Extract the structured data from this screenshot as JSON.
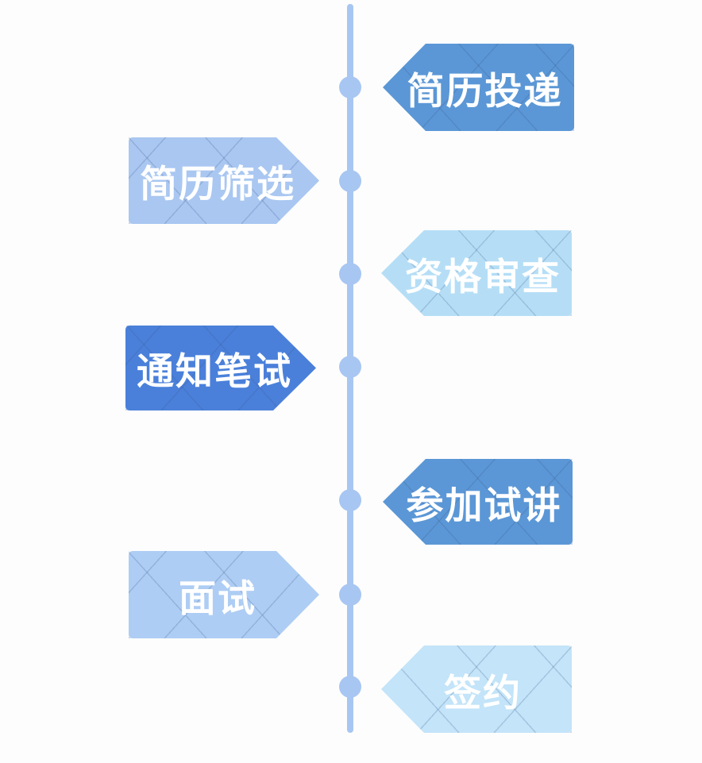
{
  "page": {
    "background": "#fdfdfd"
  },
  "diagram": {
    "type": "vertical-timeline-flow",
    "timeline_color": "#a8c6f2",
    "text_color": "#ffffff",
    "steps": [
      {
        "label": "简历投递",
        "side": "right",
        "color": "#5b97d6"
      },
      {
        "label": "简历筛选",
        "side": "left",
        "color": "#a9c7f1"
      },
      {
        "label": "资格审查",
        "side": "right",
        "color": "#b5def6"
      },
      {
        "label": "通知笔试",
        "side": "left",
        "color": "#4a80da"
      },
      {
        "label": "参加试讲",
        "side": "right",
        "color": "#5b97d6"
      },
      {
        "label": "面试",
        "side": "left",
        "color": "#aecdf4"
      },
      {
        "label": "签约",
        "side": "right",
        "color": "#c3e4f9"
      }
    ]
  }
}
